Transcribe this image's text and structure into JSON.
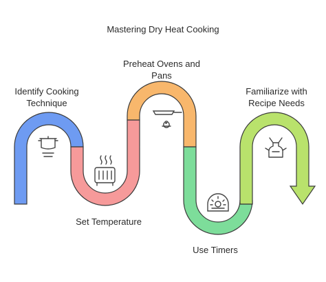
{
  "title": "Mastering Dry Heat Cooking",
  "steps": [
    {
      "label": "Identify Cooking Technique",
      "line1": "Identify Cooking",
      "line2": "Technique",
      "color": "#6e9bf2",
      "icon": "pot-icon"
    },
    {
      "label": "Set Temperature",
      "line1": "Set Temperature",
      "color": "#f69a9a",
      "icon": "toaster-heat-icon"
    },
    {
      "label": "Preheat Ovens and Pans",
      "line1": "Preheat Ovens and",
      "line2": "Pans",
      "color": "#f8b76c",
      "icon": "pan-flame-icon"
    },
    {
      "label": "Use Timers",
      "line1": "Use Timers",
      "color": "#7ddd9a",
      "icon": "timer-icon"
    },
    {
      "label": "Familiarize with Recipe Needs",
      "line1": "Familiarize with",
      "line2": "Recipe Needs",
      "color": "#b9e26c",
      "icon": "apron-icon"
    }
  ],
  "colors": {
    "stroke": "#3a3a3a",
    "icon_stroke": "#444444"
  }
}
